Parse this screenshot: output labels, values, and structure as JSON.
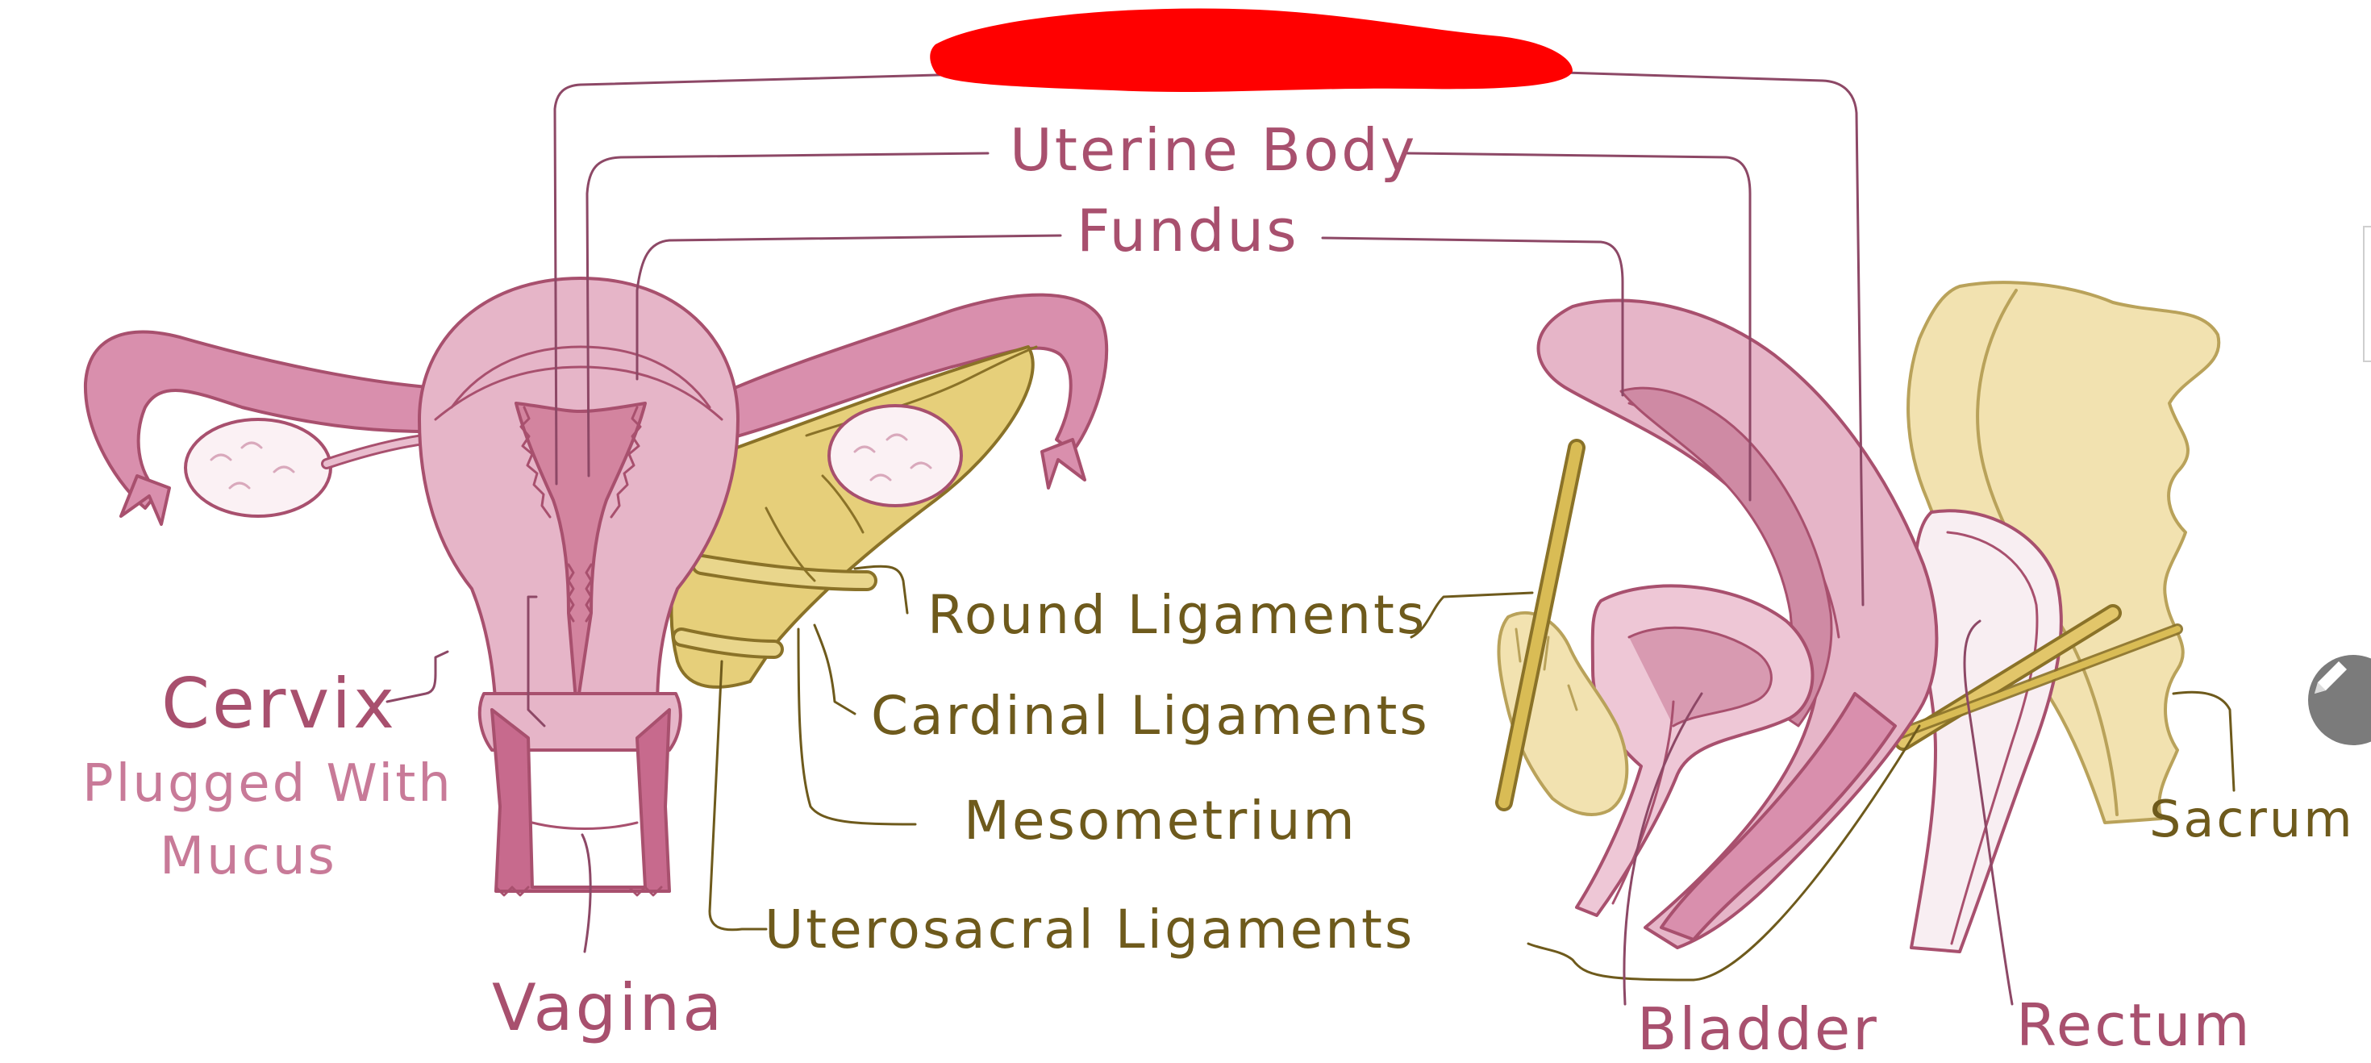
{
  "labels": {
    "uterine_body": "Uterine Body",
    "fundus": "Fundus",
    "round_ligaments": "Round Ligaments",
    "cardinal_ligaments": "Cardinal Ligaments",
    "mesometrium": "Mesometrium",
    "uterosacral_ligaments": "Uterosacral Ligaments",
    "cervix": "Cervix",
    "cervix_note_line1": "Plugged With",
    "cervix_note_line2": "Mucus",
    "vagina": "Vagina",
    "bladder": "Bladder",
    "rectum": "Rectum",
    "sacrum": "Sacrum"
  },
  "colors": {
    "uterus_pink": "#e3b0c3",
    "uterus_dark": "#a8506e",
    "ligament_yellow": "#e6cf7a",
    "sacrum_cream": "#f2e2b0",
    "label_pink": "#a8506e",
    "label_olive": "#6e5a1c",
    "redaction": "#ff0000"
  },
  "icons": {
    "edit": "pencil-icon"
  }
}
